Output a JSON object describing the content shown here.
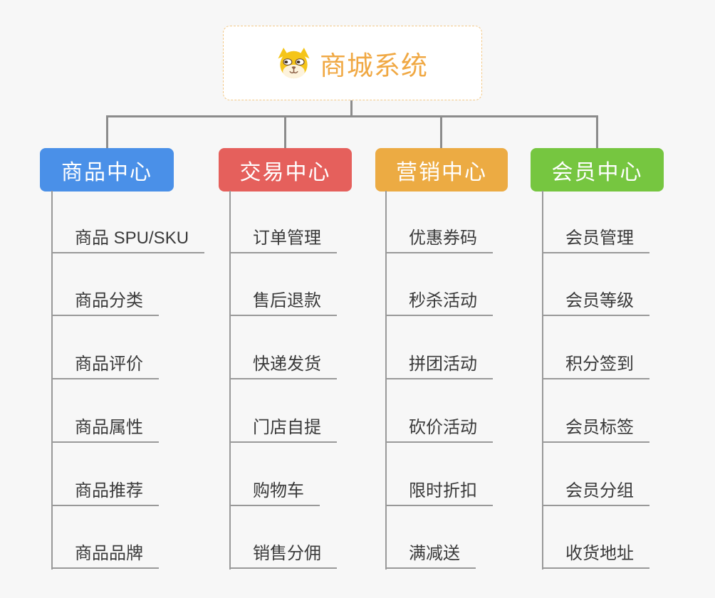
{
  "root": {
    "title": "商城系统",
    "icon": "shiba-dog-icon",
    "title_color": "#f0a843",
    "border_color": "#f3c886"
  },
  "connector_color": "#8c8c8c",
  "underline_color": "#999999",
  "background_color": "#f7f7f7",
  "branches": [
    {
      "label": "商品中心",
      "color": "#4a90e8",
      "children": [
        "商品 SPU/SKU",
        "商品分类",
        "商品评价",
        "商品属性",
        "商品推荐",
        "商品品牌"
      ]
    },
    {
      "label": "交易中心",
      "color": "#e5605c",
      "children": [
        "订单管理",
        "售后退款",
        "快递发货",
        "门店自提",
        "购物车",
        "销售分佣"
      ]
    },
    {
      "label": "营销中心",
      "color": "#ecab43",
      "children": [
        "优惠券码",
        "秒杀活动",
        "拼团活动",
        "砍价活动",
        "限时折扣",
        "满减送"
      ]
    },
    {
      "label": "会员中心",
      "color": "#76c640",
      "children": [
        "会员管理",
        "会员等级",
        "积分签到",
        "会员标签",
        "会员分组",
        "收货地址"
      ]
    }
  ]
}
